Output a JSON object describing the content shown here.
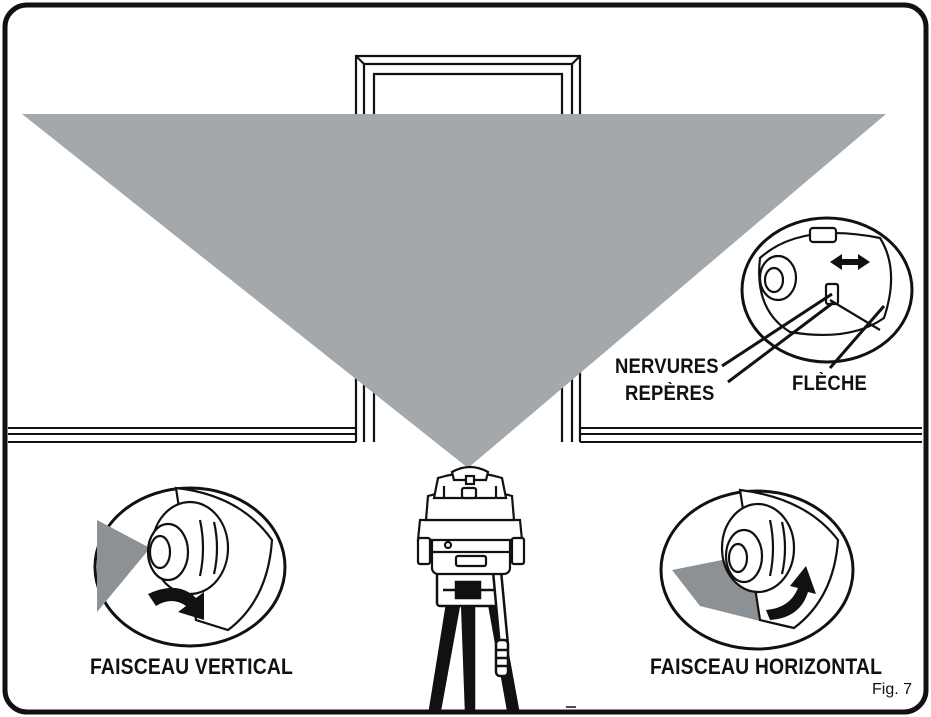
{
  "labels": {
    "nervures_line1": "NERVURES",
    "nervures_line2": "REPÈRES",
    "fleche": "FLÈCHE",
    "faisceau_vertical": "FAISCEAU VERTICAL",
    "faisceau_horizontal": "FAISCEAU HORIZONTAL"
  },
  "figure_caption": "Fig. 7",
  "colors": {
    "beam": "#a3a8ad",
    "line": "#111111",
    "inset_beam": "#8c9196",
    "background": "#ffffff"
  },
  "icons": {
    "laser_level": "rotary-laser-level",
    "tripod": "tripod",
    "rotate_arrow": "curved-rotate-arrow"
  }
}
